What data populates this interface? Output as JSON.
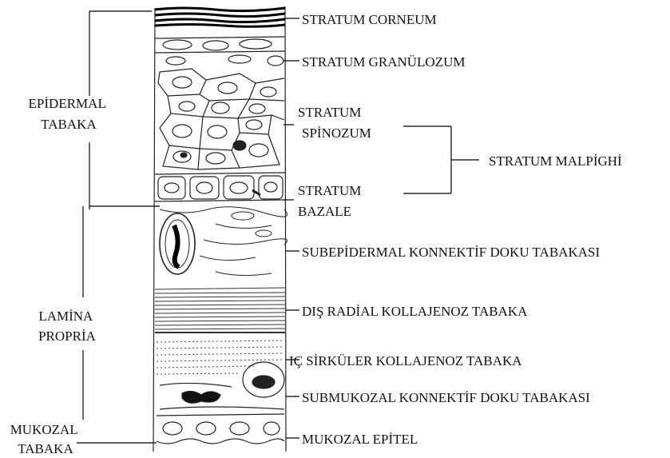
{
  "left_groups": {
    "epidermal": [
      "EPİDERMAL",
      "TABAKA"
    ],
    "lamina": [
      "LAMİNA",
      "PROPRİA"
    ],
    "mukozal": [
      "MUKOZAL",
      "TABAKA"
    ]
  },
  "layers": {
    "corneum": "STRATUM CORNEUM",
    "granulozum": "STRATUM GRANÜLOZUM",
    "spinozum": [
      "STRATUM",
      "SPİNOZUM"
    ],
    "bazale": [
      "STRATUM",
      "BAZALE"
    ],
    "subepidermal": "SUBEPİDERMAL KONNEKTİF DOKU TABAKASI",
    "radial": "DIŞ RADİAL KOLLAJENOZ TABAKA",
    "sirkuler": "IÇ SİRKÜLER KOLLAJENOZ TABAKA",
    "submukozal": "SUBMUKOZAL KONNEKTİF DOKU TABAKASI",
    "mukozal_epitel": "MUKOZAL EPİTEL"
  },
  "bracket_label": "STRATUM MALPİGHİ"
}
